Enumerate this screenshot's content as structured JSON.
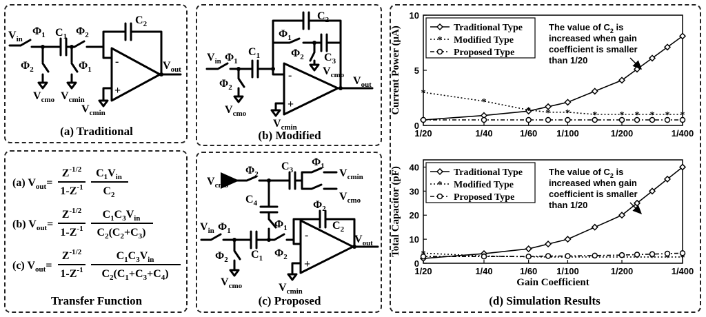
{
  "panel_a": {
    "caption": "(a) Traditional",
    "vin": "V",
    "vin_sub": "in",
    "phi1": "Φ",
    "phi1_sub": "1",
    "c1": "C",
    "c1_sub": "1",
    "phi2": "Φ",
    "phi2_sub": "2",
    "c2": "C",
    "c2_sub": "2",
    "vout": "V",
    "vout_sub": "out",
    "vcmo": "V",
    "vcmo_sub": "cmo",
    "vcmin": "V",
    "vcmin_sub": "cmin",
    "minus": "-",
    "plus": "+"
  },
  "panel_b": {
    "caption": "(b) Modified",
    "c3": "C",
    "c3_sub": "3"
  },
  "panel_c": {
    "caption": "(c) Proposed",
    "c4": "C",
    "c4_sub": "4"
  },
  "panel_tf": {
    "caption": "Transfer Function",
    "a_label": "(a) V",
    "b_label": "(b) V",
    "c_label": "(c) V",
    "out_sub": "out",
    "z_num": "Z",
    "z_num_exp": "-1/2",
    "z_den": "1-Z",
    "z_den_exp": "-1",
    "a_num": "C1Vin",
    "a_den": "C2",
    "b_num": "C1C3Vin",
    "b_den": "C2(C2+C3)",
    "c_num": "C1C3Vin",
    "c_den": "C2(C1+C3+C4)"
  },
  "panel_d": {
    "caption": "(d) Simulation Results"
  },
  "chart_data": [
    {
      "type": "line",
      "ylabel": "Current Power (μA)",
      "xlabel": "",
      "x_tick_labels": [
        "1/20",
        "1/40",
        "1/60",
        "1/100",
        "1/200",
        "1/400"
      ],
      "y_ticks": [
        0,
        5,
        10
      ],
      "ylim": [
        0,
        10
      ],
      "x_scale": "reciprocal",
      "legend_position": "top-left",
      "annotation": "The value of C2 is increased when gain coefficient is smaller than 1/20",
      "series": [
        {
          "name": "Traditional Type",
          "marker": "diamond",
          "line": "solid",
          "x": [
            20,
            40,
            60,
            80,
            100,
            150,
            200,
            250,
            300,
            350,
            400
          ],
          "y": [
            0.5,
            0.9,
            1.3,
            1.7,
            2.1,
            3.1,
            4.1,
            5.1,
            6.1,
            7.1,
            8.1
          ]
        },
        {
          "name": "Modified Type",
          "marker": "asterisk",
          "line": "dotted",
          "x": [
            20,
            40,
            60,
            80,
            100,
            150,
            200,
            250,
            300,
            350,
            400
          ],
          "y": [
            3.0,
            2.2,
            1.4,
            1.2,
            1.2,
            1.0,
            1.0,
            1.0,
            1.0,
            1.0,
            1.0
          ]
        },
        {
          "name": "Proposed Type",
          "marker": "circle",
          "line": "dash-dot",
          "x": [
            20,
            40,
            60,
            80,
            100,
            150,
            200,
            250,
            300,
            350,
            400
          ],
          "y": [
            0.5,
            0.5,
            0.5,
            0.5,
            0.5,
            0.5,
            0.5,
            0.5,
            0.5,
            0.5,
            0.5
          ]
        }
      ]
    },
    {
      "type": "line",
      "ylabel": "Total Capacitor (pF)",
      "xlabel": "Gain Coefficient",
      "x_tick_labels": [
        "1/20",
        "1/40",
        "1/60",
        "1/100",
        "1/200",
        "1/400"
      ],
      "y_ticks": [
        0,
        10,
        20,
        30,
        40
      ],
      "ylim": [
        0,
        43
      ],
      "x_scale": "reciprocal",
      "legend_position": "top-left",
      "annotation": "The value of C2 is increased when gain coefficient is smaller than 1/20",
      "series": [
        {
          "name": "Traditional Type",
          "marker": "diamond",
          "line": "solid",
          "x": [
            20,
            40,
            60,
            80,
            100,
            150,
            200,
            250,
            300,
            350,
            400
          ],
          "y": [
            2,
            4,
            6,
            8,
            10,
            15,
            20,
            25,
            30,
            35,
            40
          ]
        },
        {
          "name": "Modified Type",
          "marker": "asterisk",
          "line": "dotted",
          "x": [
            20,
            40,
            60,
            80,
            100,
            150,
            200,
            250,
            300,
            350,
            400
          ],
          "y": [
            4.2,
            3.0,
            2.7,
            2.6,
            2.6,
            2.6,
            2.6,
            2.6,
            2.6,
            2.6,
            2.6
          ]
        },
        {
          "name": "Proposed Type",
          "marker": "circle",
          "line": "dash-dot",
          "x": [
            20,
            40,
            60,
            80,
            100,
            150,
            200,
            250,
            300,
            350,
            400
          ],
          "y": [
            2.8,
            2.8,
            2.8,
            3.0,
            3.0,
            3.2,
            3.4,
            3.6,
            3.8,
            4.0,
            4.2
          ]
        }
      ]
    }
  ]
}
